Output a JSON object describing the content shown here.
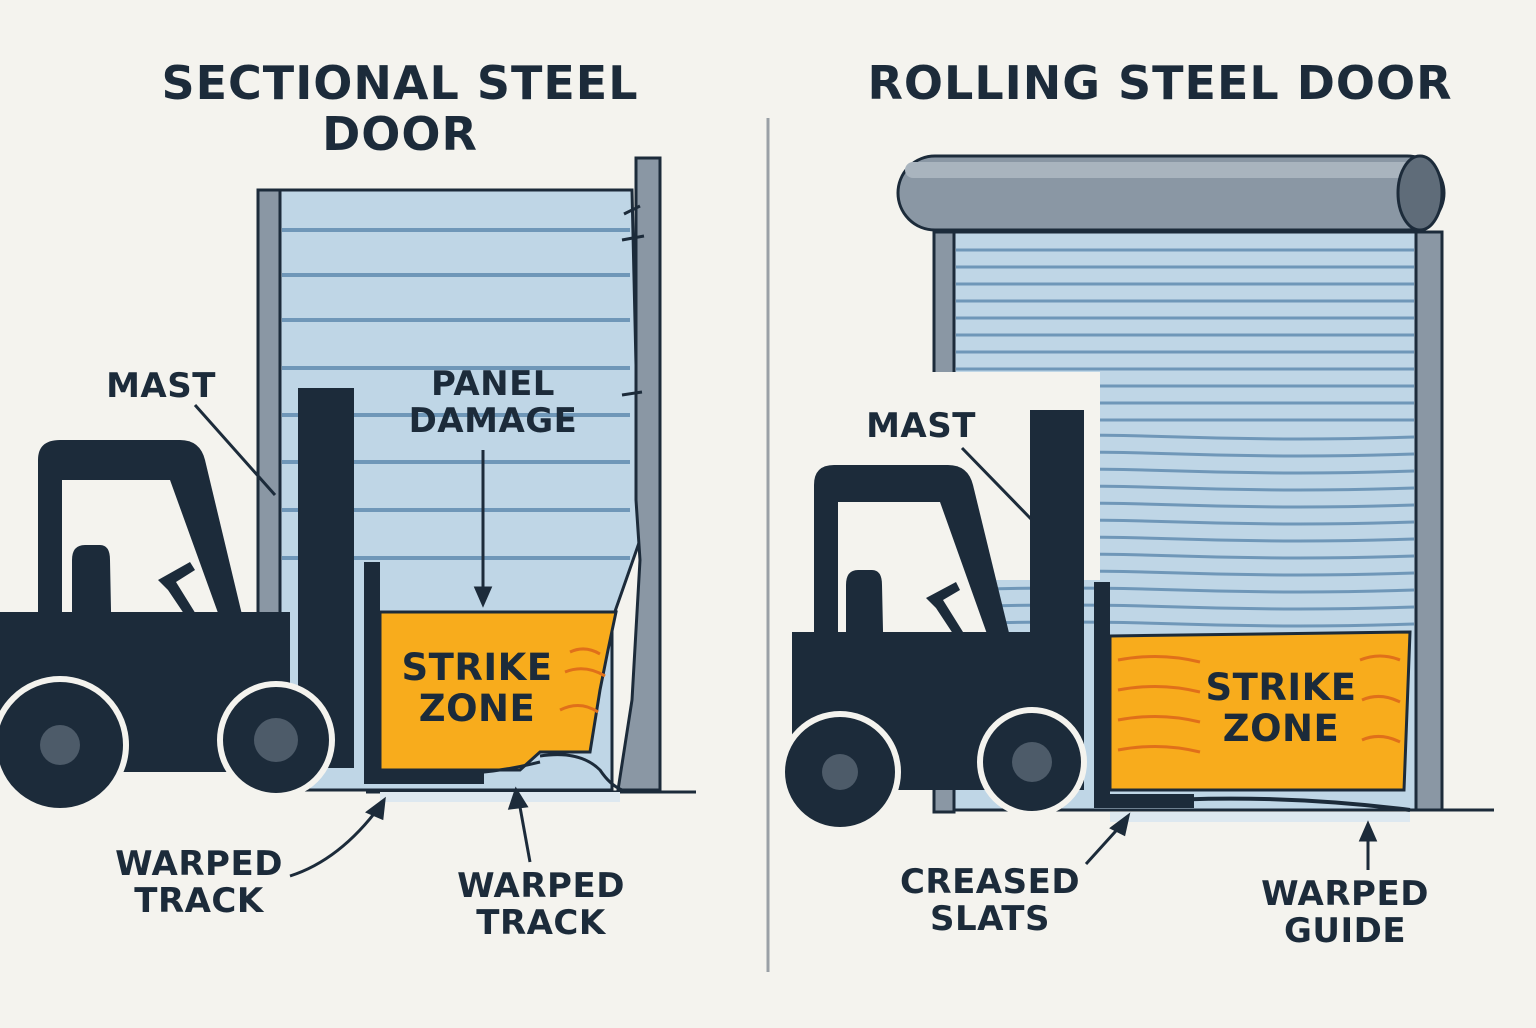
{
  "left": {
    "title_line1": "SECTIONAL STEEL",
    "title_line2": "DOOR",
    "mast_label": "MAST",
    "panel_damage_line1": "PANEL",
    "panel_damage_line2": "DAMAGE",
    "strike_zone_line1": "STRIKE",
    "strike_zone_line2": "ZONE",
    "warped_track_left_line1": "WARPED",
    "warped_track_left_line2": "TRACK",
    "warped_track_right_line1": "WARPED",
    "warped_track_right_line2": "TRACK"
  },
  "right": {
    "title": "ROLLING STEEL DOOR",
    "mast_label": "MAST",
    "strike_zone_line1": "STRIKE",
    "strike_zone_line2": "ZONE",
    "creased_slats_line1": "CREASED",
    "creased_slats_line2": "SLATS",
    "warped_guide_line1": "WARPED",
    "warped_guide_line2": "GUIDE"
  },
  "colors": {
    "background": "#f4f3ee",
    "navy": "#1c2b3a",
    "door_blue": "#bfd6e6",
    "slat_line": "#6f97b8",
    "strike_orange": "#f8ac1c",
    "steel_gray": "#8a97a4"
  }
}
